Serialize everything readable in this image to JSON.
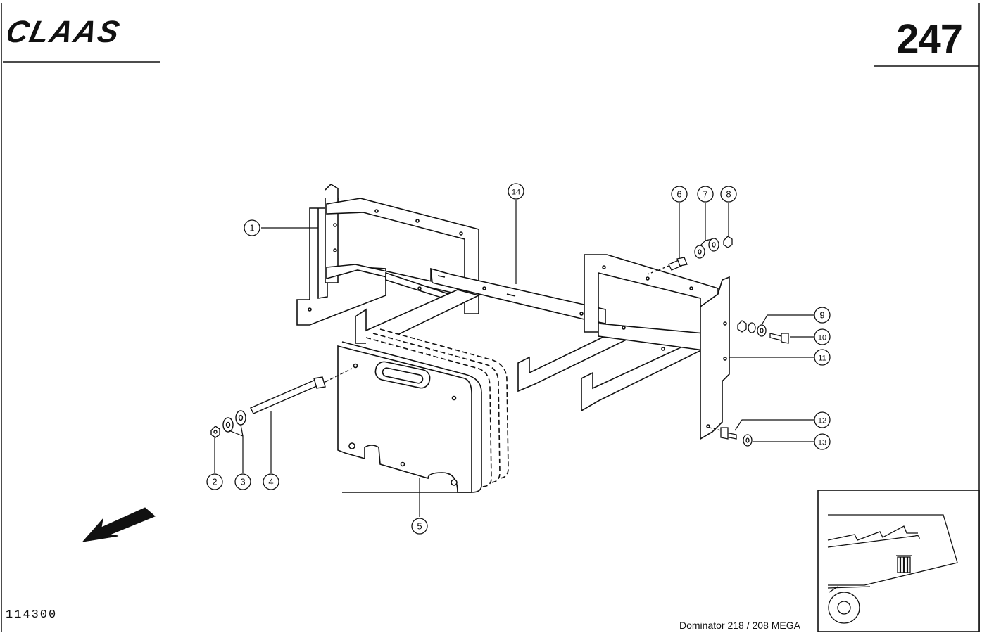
{
  "header": {
    "brand": "CLAAS",
    "page_number": "247"
  },
  "footer": {
    "drawing_number": "114300",
    "model": "Dominator 218 / 208 MEGA"
  },
  "callouts": [
    {
      "label": "1"
    },
    {
      "label": "2"
    },
    {
      "label": "3"
    },
    {
      "label": "4"
    },
    {
      "label": "5"
    },
    {
      "label": "6"
    },
    {
      "label": "7"
    },
    {
      "label": "8"
    },
    {
      "label": "9"
    },
    {
      "label": "10"
    },
    {
      "label": "11"
    },
    {
      "label": "12"
    },
    {
      "label": "13"
    },
    {
      "label": "14"
    }
  ],
  "colors": {
    "ink": "#111111",
    "paper": "#ffffff"
  }
}
